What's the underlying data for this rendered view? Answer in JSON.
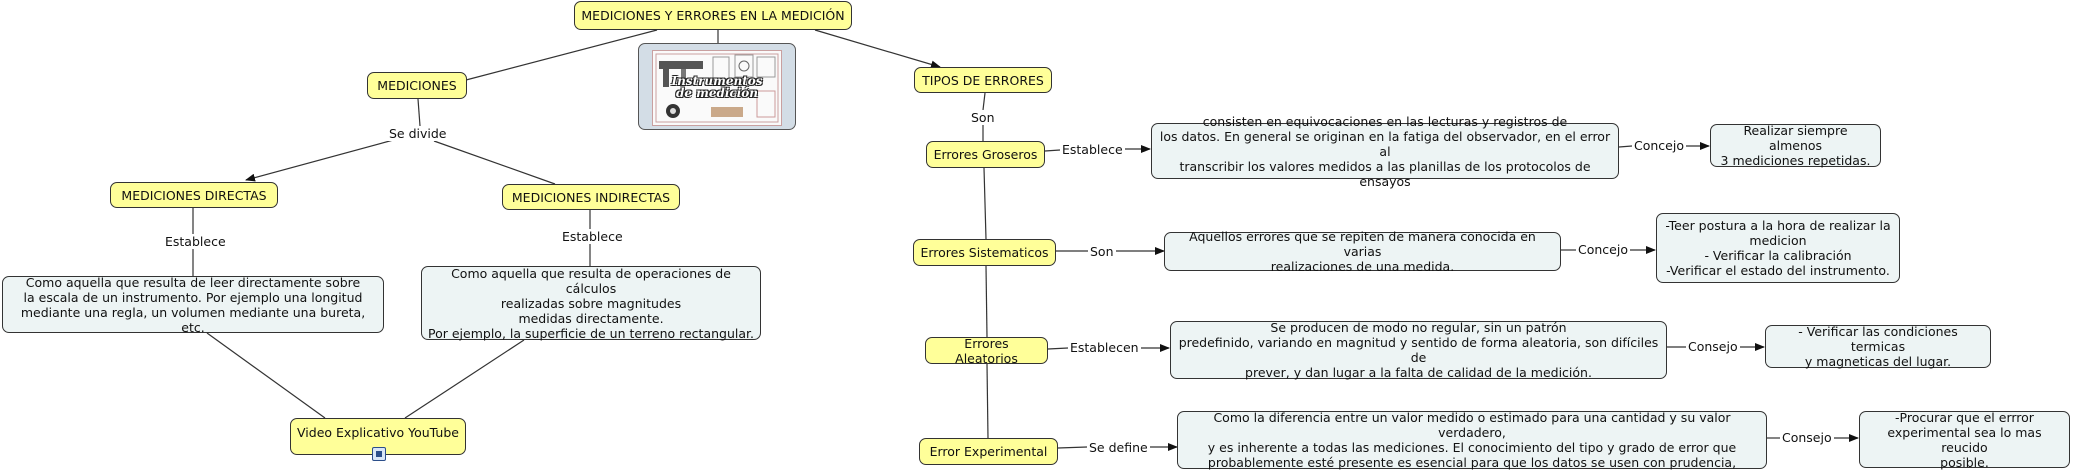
{
  "nodes": {
    "root": "MEDICIONES Y ERRORES EN LA MEDICIÓN",
    "mediciones": "MEDICIONES",
    "tipos": "TIPOS DE ERRORES",
    "directas": "MEDICIONES DIRECTAS",
    "indirectas": "MEDICIONES INDIRECTAS",
    "directas_desc": "Como  aquella que resulta de leer directamente sobre\nla escala de un instrumento. Por ejemplo una longitud\nmediante una regla, un volumen mediante una bureta, etc.",
    "indirectas_desc": "Como aquella que resulta de operaciones de cálculos\nrealizadas sobre magnitudes\nmedidas directamente.\nPor ejemplo, la superficie de un terreno rectangular.",
    "video": "Video Explicativo YouTube",
    "groseros": "Errores Groseros",
    "sistematicos": "Errores Sistematicos",
    "aleatorios": "Errores Aleatorios",
    "experimental": "Error Experimental",
    "groseros_desc": "consisten en equivocaciones en las lecturas y registros de\nlos datos. En general se originan en la fatiga del observador, en el error al\ntranscribir los valores medidos a las planillas de los protocolos de ensayos",
    "sistematicos_desc": "Aquellos errores que se repiten de manera conocida en varias\nrealizaciones de una medida.",
    "aleatorios_desc": "Se producen de modo no regular, sin un patrón\npredefinido, variando en magnitud y sentido de forma aleatoria, son difíciles de\nprever, y dan lugar a la falta de calidad de la medición.",
    "experimental_desc": "Como la diferencia entre un valor medido o estimado para una cantidad y su valor verdadero,\ny es inherente a todas las mediciones. El conocimiento del tipo y grado de error que\nprobablemente esté presente es esencial para que los datos se usen con prudencia,",
    "groseros_consejo": "Realizar siempre almenos\n3 mediciones repetidas.",
    "sistematicos_consejo": "-Teer postura a la hora de realizar la\nmedicion\n- Verificar la calibración\n-Verificar el estado del instrumento.",
    "aleatorios_consejo": "- Verificar las condiciones termicas\ny magneticas del lugar.",
    "experimental_consejo": "-Procurar que el errror\nexperimental sea lo mas reucido\nposible."
  },
  "links": {
    "se_divide": "Se divide",
    "establece_directas": "Establece",
    "establece_indirectas": "Establece",
    "son_tipos": "Son",
    "establece_groseros": "Establece",
    "son_sistematicos": "Son",
    "establecen_aleatorios": "Establecen",
    "se_define": "Se define",
    "concejo_groseros": "Concejo",
    "concejo_sistematicos": "Concejo",
    "consejo_aleatorios": "Consejo",
    "consejo_experimental": "Consejo"
  },
  "image_caption": "Instrumentos de medición",
  "colors": {
    "concept_fill": "#ffff99",
    "note_fill": "#edf4f4",
    "line": "#333333"
  }
}
